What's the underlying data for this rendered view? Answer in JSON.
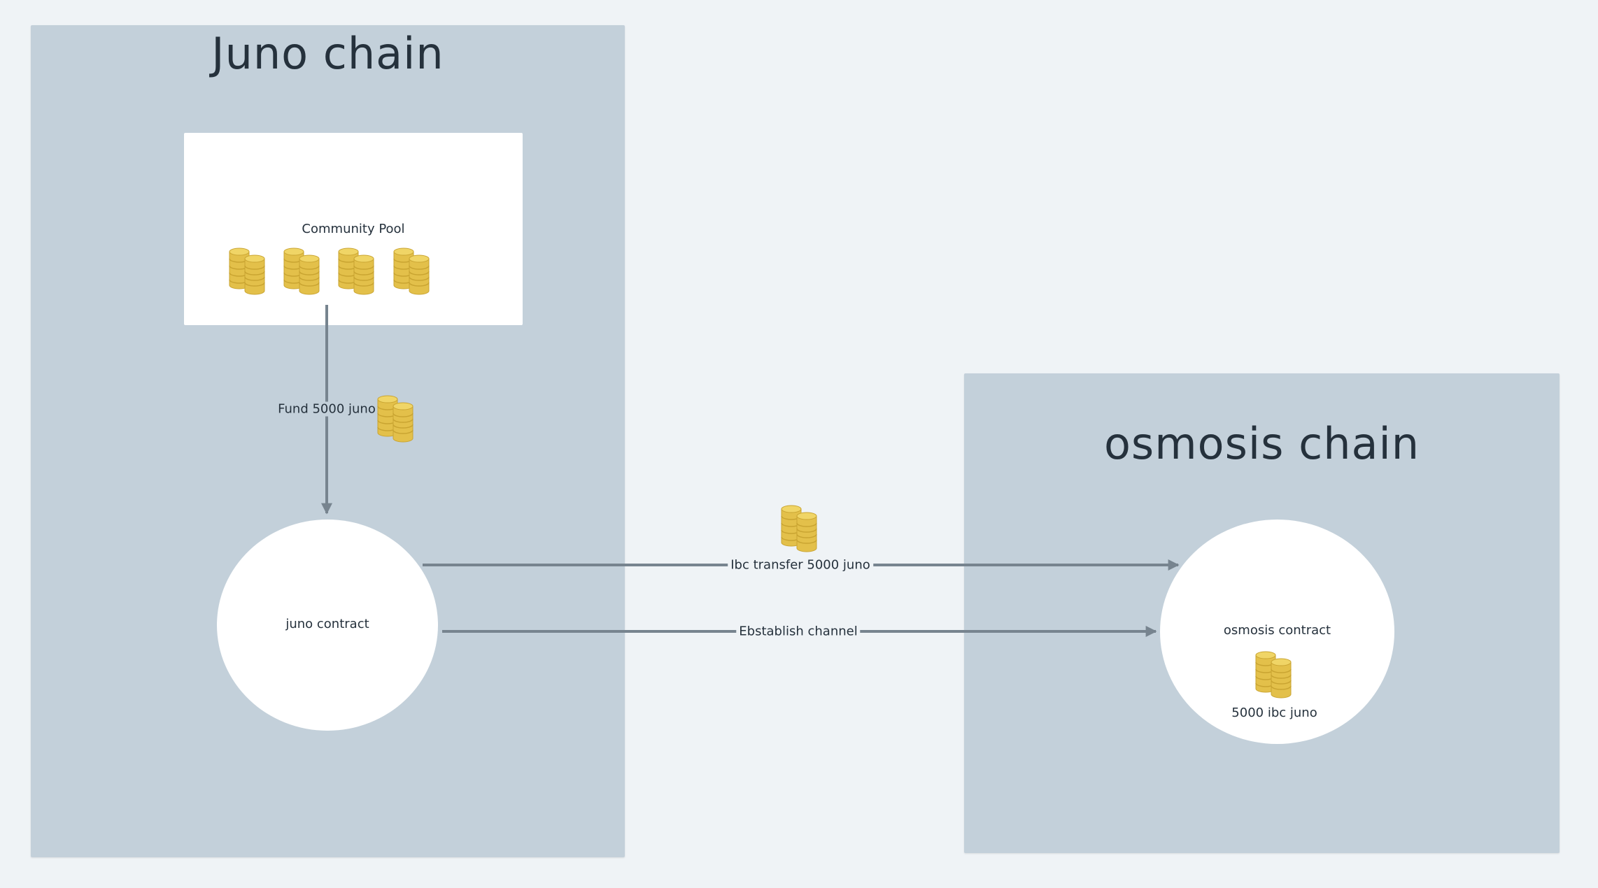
{
  "juno_chain": {
    "title": "Juno chain",
    "community_pool": {
      "label": "Community Pool",
      "coin_icon": "coin-stack-icon",
      "coin_stacks": 4
    },
    "contract": {
      "label": "juno contract"
    }
  },
  "osmosis_chain": {
    "title": "osmosis chain",
    "contract": {
      "label": "osmosis contract",
      "balance_label": "5000 ibc juno",
      "coin_icon": "coin-stack-icon"
    }
  },
  "edges": {
    "fund": {
      "label": "Fund 5000 juno"
    },
    "ibc_transfer": {
      "label": "Ibc transfer 5000 juno"
    },
    "establish_channel": {
      "label": "Ebstablish channel"
    }
  },
  "colors": {
    "background": "#eff3f6",
    "chain_box": "#c3d0da",
    "node": "#ffffff",
    "arrow": "#77848f",
    "coin": "#e8c84a",
    "text": "#25313c"
  }
}
